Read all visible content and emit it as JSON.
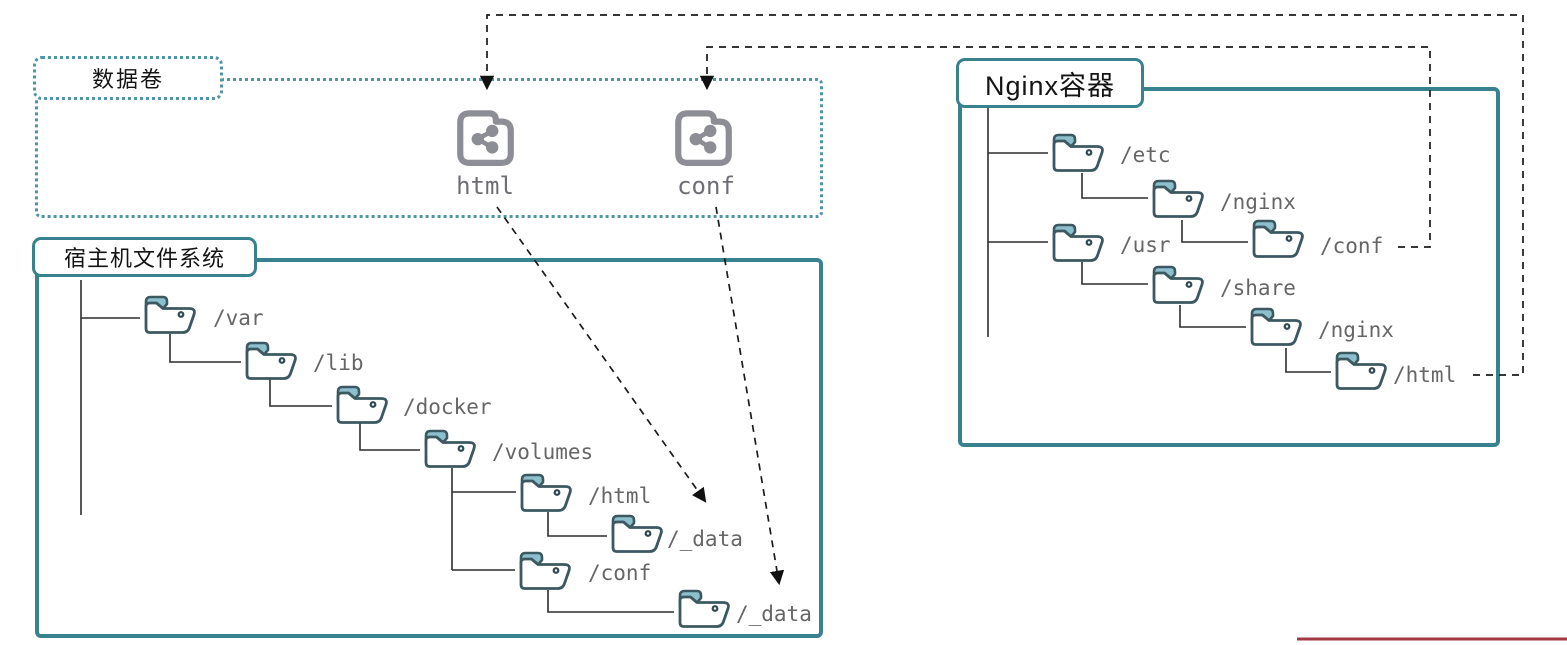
{
  "volumes_box": {
    "title": "数据卷",
    "items": [
      "html",
      "conf"
    ]
  },
  "host_box": {
    "title": "宿主机文件系统",
    "tree": [
      "/var",
      "/lib",
      "/docker",
      "/volumes",
      "/html",
      "/_data",
      "/conf",
      "/_data"
    ]
  },
  "nginx_box": {
    "title": "Nginx容器",
    "tree": [
      "/etc",
      "/nginx",
      "/usr",
      "/conf",
      "/share",
      "/nginx",
      "/html"
    ]
  },
  "colors": {
    "accent_teal": "#38818f",
    "dotted_teal": "#4f96a3",
    "folder_outline": "#3c5860",
    "folder_flap": "#8cc0cd",
    "label_grey": "#666666",
    "volume_icon_grey": "#8d8d96",
    "dashed_line": "#1b1b1b",
    "red_underline": "#a03a40"
  }
}
